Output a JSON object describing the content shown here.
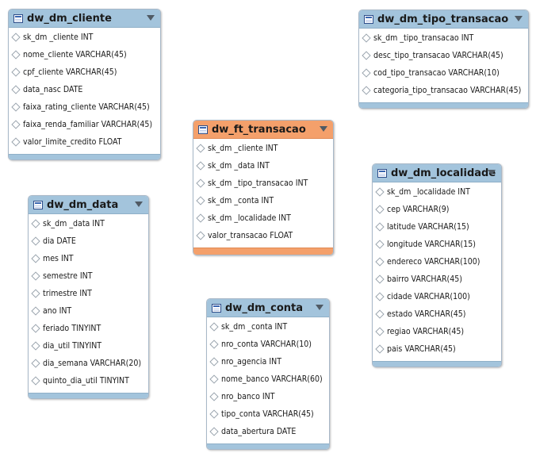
{
  "tables": [
    {
      "id": "dw_dm_cliente",
      "name": "dw_dm_cliente",
      "kind": "dim",
      "columns": [
        {
          "name": "sk_dm _cliente",
          "type": "INT"
        },
        {
          "name": "nome_cliente",
          "type": "VARCHAR(45)"
        },
        {
          "name": "cpf_cliente",
          "type": "VARCHAR(45)"
        },
        {
          "name": "data_nasc",
          "type": "DATE"
        },
        {
          "name": "faixa_rating_cliente",
          "type": "VARCHAR(45)"
        },
        {
          "name": "faixa_renda_familiar",
          "type": "VARCHAR(45)"
        },
        {
          "name": "valor_limite_credito",
          "type": "FLOAT"
        }
      ]
    },
    {
      "id": "dw_dm_tipo_transacao",
      "name": "dw_dm_tipo_transacao",
      "kind": "dim",
      "columns": [
        {
          "name": "sk_dm _tipo_transacao",
          "type": "INT"
        },
        {
          "name": "desc_tipo_transacao",
          "type": "VARCHAR(45)"
        },
        {
          "name": "cod_tipo_transacao",
          "type": "VARCHAR(10)"
        },
        {
          "name": "categoria_tipo_transacao",
          "type": "VARCHAR(45)"
        }
      ]
    },
    {
      "id": "dw_ft_transacao",
      "name": "dw_ft_transacao",
      "kind": "fact",
      "columns": [
        {
          "name": "sk_dm _cliente",
          "type": "INT"
        },
        {
          "name": "sk_dm _data",
          "type": "INT"
        },
        {
          "name": "sk_dm _tipo_transacao",
          "type": "INT"
        },
        {
          "name": "sk_dm _conta",
          "type": "INT"
        },
        {
          "name": "sk_dm _localidade",
          "type": "INT"
        },
        {
          "name": "valor_transacao",
          "type": "FLOAT"
        }
      ]
    },
    {
      "id": "dw_dm_data",
      "name": "dw_dm_data",
      "kind": "dim",
      "columns": [
        {
          "name": "sk_dm _data",
          "type": "INT"
        },
        {
          "name": "dia",
          "type": "DATE"
        },
        {
          "name": "mes",
          "type": "INT"
        },
        {
          "name": "semestre",
          "type": "INT"
        },
        {
          "name": "trimestre",
          "type": "INT"
        },
        {
          "name": "ano",
          "type": "INT"
        },
        {
          "name": "feriado",
          "type": "TINYINT"
        },
        {
          "name": "dia_util",
          "type": "TINYINT"
        },
        {
          "name": "dia_semana",
          "type": "VARCHAR(20)"
        },
        {
          "name": "quinto_dia_util",
          "type": "TINYINT"
        }
      ]
    },
    {
      "id": "dw_dm_localidade",
      "name": "dw_dm_localidade",
      "kind": "dim",
      "columns": [
        {
          "name": "sk_dm _localidade",
          "type": "INT"
        },
        {
          "name": "cep",
          "type": "VARCHAR(9)"
        },
        {
          "name": "latitude",
          "type": "VARCHAR(15)"
        },
        {
          "name": "longitude",
          "type": "VARCHAR(15)"
        },
        {
          "name": "endereco",
          "type": "VARCHAR(100)"
        },
        {
          "name": "bairro",
          "type": "VARCHAR(45)"
        },
        {
          "name": "cidade",
          "type": "VARCHAR(100)"
        },
        {
          "name": "estado",
          "type": "VARCHAR(45)"
        },
        {
          "name": "regiao",
          "type": "VARCHAR(45)"
        },
        {
          "name": "pais",
          "type": "VARCHAR(45)"
        }
      ]
    },
    {
      "id": "dw_dm_conta",
      "name": "dw_dm_conta",
      "kind": "dim",
      "columns": [
        {
          "name": "sk_dm _conta",
          "type": "INT"
        },
        {
          "name": "nro_conta",
          "type": "VARCHAR(10)"
        },
        {
          "name": "nro_agencia",
          "type": "INT"
        },
        {
          "name": "nome_banco",
          "type": "VARCHAR(60)"
        },
        {
          "name": "nro_banco",
          "type": "INT"
        },
        {
          "name": "tipo_conta",
          "type": "VARCHAR(45)"
        },
        {
          "name": "data_abertura",
          "type": "DATE"
        }
      ]
    }
  ],
  "colors": {
    "dimension_header": "#a3c4dc",
    "fact_header": "#f4a06b",
    "border": "#a8b8c8"
  },
  "icons": {
    "table": "table-icon",
    "collapse": "collapse-arrow-icon",
    "column": "column-diamond-icon"
  }
}
